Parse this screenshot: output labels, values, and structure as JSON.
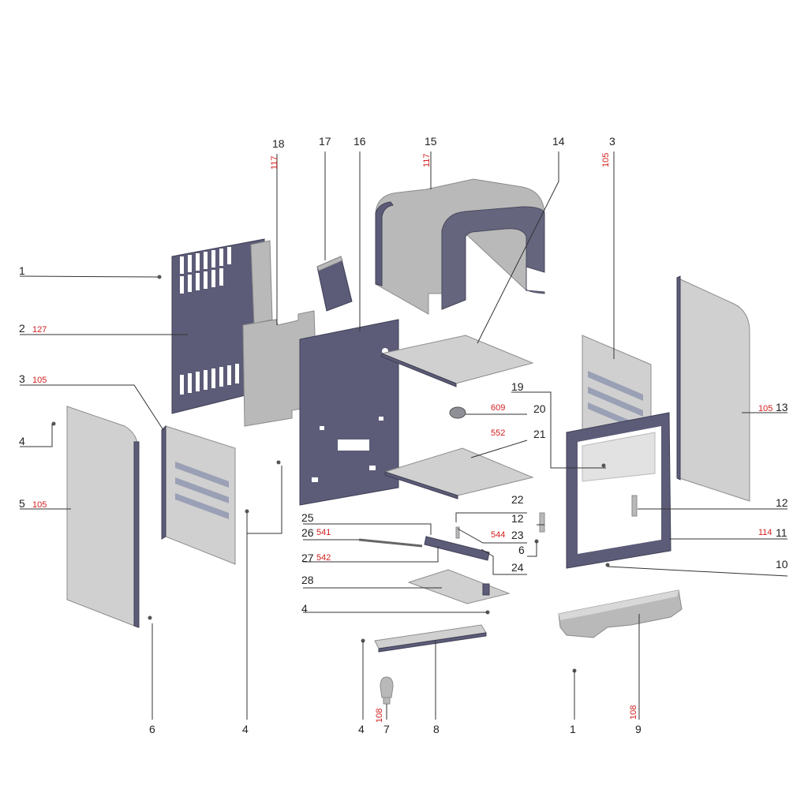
{
  "callouts": [
    {
      "id": "c1a",
      "text": "1",
      "code": ""
    },
    {
      "id": "c2",
      "text": "2",
      "code": "127"
    },
    {
      "id": "c3a",
      "text": "3",
      "code": "105"
    },
    {
      "id": "c4a",
      "text": "4",
      "code": ""
    },
    {
      "id": "c5",
      "text": "5",
      "code": "105"
    },
    {
      "id": "c6a",
      "text": "6",
      "code": ""
    },
    {
      "id": "c4b",
      "text": "4",
      "code": ""
    },
    {
      "id": "c18",
      "text": "18",
      "code": "117"
    },
    {
      "id": "c17",
      "text": "17",
      "code": ""
    },
    {
      "id": "c16",
      "text": "16",
      "code": ""
    },
    {
      "id": "c15",
      "text": "15",
      "code": "117"
    },
    {
      "id": "c14",
      "text": "14",
      "code": ""
    },
    {
      "id": "c3b",
      "text": "3",
      "code": "105"
    },
    {
      "id": "c13",
      "text": "13",
      "code": "105"
    },
    {
      "id": "c19",
      "text": "19",
      "code": ""
    },
    {
      "id": "c20",
      "text": "20",
      "code": "609"
    },
    {
      "id": "c21",
      "text": "21",
      "code": "552"
    },
    {
      "id": "c22",
      "text": "22",
      "code": ""
    },
    {
      "id": "c12a",
      "text": "12",
      "code": ""
    },
    {
      "id": "c12b",
      "text": "12",
      "code": ""
    },
    {
      "id": "c23",
      "text": "23",
      "code": "544"
    },
    {
      "id": "c25",
      "text": "25",
      "code": ""
    },
    {
      "id": "c26",
      "text": "26",
      "code": "541"
    },
    {
      "id": "c27",
      "text": "27",
      "code": "542"
    },
    {
      "id": "c24",
      "text": "24",
      "code": ""
    },
    {
      "id": "c6b",
      "text": "6",
      "code": ""
    },
    {
      "id": "c11",
      "text": "11",
      "code": "114"
    },
    {
      "id": "c10",
      "text": "10",
      "code": ""
    },
    {
      "id": "c28",
      "text": "28",
      "code": ""
    },
    {
      "id": "c4c",
      "text": "4",
      "code": ""
    },
    {
      "id": "c4d",
      "text": "4",
      "code": ""
    },
    {
      "id": "c7",
      "text": "7",
      "code": "108"
    },
    {
      "id": "c8",
      "text": "8",
      "code": ""
    },
    {
      "id": "c1b",
      "text": "1",
      "code": ""
    },
    {
      "id": "c9",
      "text": "9",
      "code": "108"
    }
  ]
}
